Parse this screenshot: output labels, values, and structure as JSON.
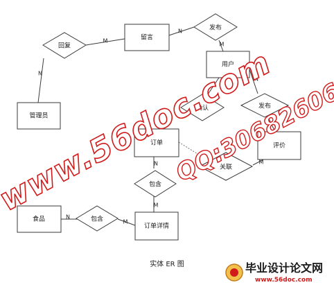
{
  "entities": {
    "liuyan": "留言",
    "guanliyuan": "管理员",
    "yonghu": "用户",
    "dingdan": "订单",
    "pingjia": "评价",
    "shipin": "食品",
    "dingdanxiangqing": "订单详情"
  },
  "relationships": {
    "huifu": "回复",
    "fabu_top": "发布",
    "queren": "确认",
    "fabu_right": "发布",
    "guanlian": "关联",
    "baohan_top": "包含",
    "baohan_bottom": "包含"
  },
  "cardinalities": {
    "huifu_liuyan": "M",
    "huifu_guanliyuan": "N",
    "fabu_liuyan": "N",
    "fabu_yonghu": "M",
    "fabu_right_yonghu": "N",
    "guanlian_pingjia": "M",
    "baohan_dingdan": "N",
    "baohan_xiangqing": "M",
    "baohan_shipin": "N",
    "baohan_xiangqing2": "M"
  },
  "caption": "实体 ER 图",
  "watermark": {
    "url": "www.56doc.com",
    "qq": "QQ:306826066",
    "logo_title": "毕业设计论文网",
    "logo_url": "www.56doc.com"
  }
}
